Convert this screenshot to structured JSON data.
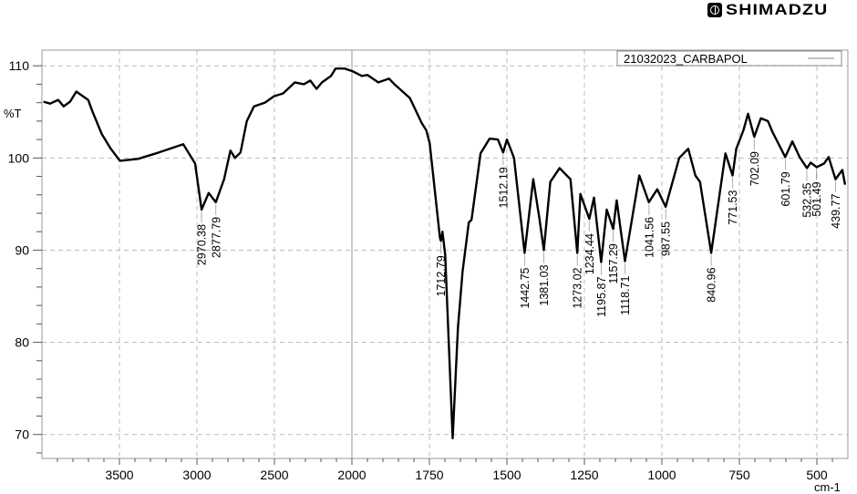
{
  "brand": "SHIMADZU",
  "chart_data": {
    "type": "line",
    "title": "",
    "xlabel": "cm-1",
    "ylabel": "%T",
    "xlim": [
      4000,
      400
    ],
    "x_scale_break": 2000,
    "ylim": [
      67.4,
      111.7
    ],
    "grid": true,
    "legend": {
      "position": "top-right",
      "entries": [
        "21032023_CARBAPOL"
      ]
    },
    "x_ticks": [
      3500,
      3000,
      2500,
      2000,
      1750,
      1500,
      1250,
      1000,
      750,
      500
    ],
    "x_tick_labels": [
      "3500",
      "3000",
      "2500",
      "2000",
      "1750",
      "1500",
      "1250",
      "1000",
      "750",
      "500"
    ],
    "y_ticks": [
      70,
      80,
      90,
      100,
      110
    ],
    "y_tick_labels": [
      "70",
      "80",
      "90",
      "100",
      "110"
    ],
    "series": [
      {
        "name": "21032023_CARBAPOL",
        "color": "#000000",
        "x": [
          3990,
          3947,
          3895,
          3860,
          3819,
          3778,
          3702,
          3673,
          3614,
          3556,
          3497,
          3380,
          3246,
          3088,
          3012,
          2970,
          2924,
          2878,
          2825,
          2784,
          2754,
          2719,
          2678,
          2632,
          2561,
          2503,
          2444,
          2368,
          2310,
          2269,
          2228,
          2193,
          2135,
          2105,
          2047,
          1997,
          1968,
          1950,
          1915,
          1880,
          1863,
          1813,
          1775,
          1760,
          1749,
          1716,
          1713,
          1708,
          1699,
          1675,
          1658,
          1643,
          1623,
          1614,
          1585,
          1556,
          1529,
          1512,
          1500,
          1477,
          1443,
          1415,
          1395,
          1381,
          1360,
          1330,
          1307,
          1295,
          1273,
          1263,
          1234,
          1219,
          1196,
          1178,
          1157,
          1146,
          1119,
          1073,
          1042,
          1015,
          988,
          944,
          915,
          892,
          877,
          841,
          795,
          772,
          760,
          737,
          722,
          702,
          681,
          658,
          643,
          602,
          579,
          556,
          532,
          520,
          501,
          477,
          462,
          440,
          418,
          409
        ],
        "y": [
          106.1,
          105.9,
          106.3,
          105.6,
          106.1,
          107.2,
          106.3,
          105.0,
          102.6,
          101.0,
          99.7,
          99.9,
          100.6,
          101.5,
          99.4,
          94.4,
          96.2,
          95.2,
          97.7,
          100.8,
          100.0,
          100.6,
          104.0,
          105.6,
          106.0,
          106.7,
          107.0,
          108.2,
          108.0,
          108.4,
          107.5,
          108.2,
          108.9,
          109.7,
          109.7,
          109.4,
          108.9,
          109.0,
          108.2,
          108.6,
          108.0,
          106.5,
          103.8,
          103.0,
          101.6,
          91.3,
          91.0,
          92.0,
          89.5,
          69.6,
          81.6,
          87.7,
          93.0,
          93.3,
          100.5,
          102.1,
          102.0,
          100.6,
          102.0,
          100.0,
          89.7,
          97.7,
          93.4,
          90.0,
          97.4,
          98.9,
          98.1,
          97.7,
          89.7,
          96.1,
          93.4,
          95.7,
          88.7,
          94.4,
          92.3,
          95.4,
          88.8,
          98.1,
          95.2,
          96.6,
          94.7,
          100.0,
          101.0,
          98.1,
          97.4,
          89.7,
          100.5,
          98.1,
          101.0,
          103.0,
          104.8,
          102.3,
          104.3,
          104.0,
          102.8,
          100.1,
          101.8,
          100.1,
          98.9,
          99.5,
          99.0,
          99.4,
          100.1,
          97.7,
          98.7,
          97.1
        ]
      }
    ],
    "peak_labels": [
      {
        "wn": 2970.38,
        "t": 94.4,
        "label": "2970.38"
      },
      {
        "wn": 2877.79,
        "t": 95.2,
        "label": "2877.79"
      },
      {
        "wn": 1712.79,
        "t": 91.0,
        "label": "1712.79"
      },
      {
        "wn": 1512.19,
        "t": 100.6,
        "label": "1512.19"
      },
      {
        "wn": 1442.75,
        "t": 89.7,
        "label": "1442.75"
      },
      {
        "wn": 1381.03,
        "t": 90.0,
        "label": "1381.03"
      },
      {
        "wn": 1273.02,
        "t": 89.7,
        "label": "1273.02"
      },
      {
        "wn": 1234.44,
        "t": 93.4,
        "label": "1234.44"
      },
      {
        "wn": 1195.87,
        "t": 88.7,
        "label": "1195.87"
      },
      {
        "wn": 1157.29,
        "t": 92.3,
        "label": "1157.29"
      },
      {
        "wn": 1118.71,
        "t": 88.8,
        "label": "1118.71"
      },
      {
        "wn": 1041.56,
        "t": 95.2,
        "label": "1041.56"
      },
      {
        "wn": 987.55,
        "t": 94.7,
        "label": "987.55"
      },
      {
        "wn": 840.96,
        "t": 89.7,
        "label": "840.96"
      },
      {
        "wn": 771.53,
        "t": 98.1,
        "label": "771.53"
      },
      {
        "wn": 702.09,
        "t": 102.3,
        "label": "702.09"
      },
      {
        "wn": 601.79,
        "t": 100.1,
        "label": "601.79"
      },
      {
        "wn": 532.35,
        "t": 98.9,
        "label": "532.35"
      },
      {
        "wn": 501.49,
        "t": 99.0,
        "label": "501.49"
      },
      {
        "wn": 439.77,
        "t": 97.7,
        "label": "439.77"
      }
    ]
  }
}
